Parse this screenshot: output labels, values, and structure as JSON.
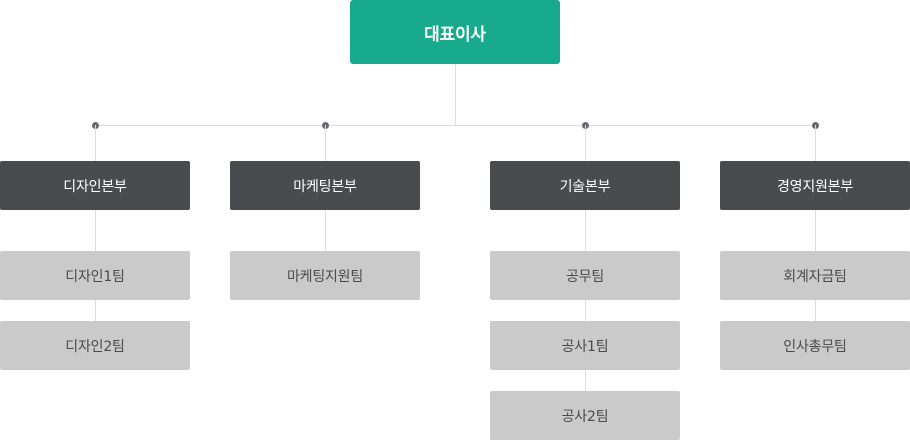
{
  "ceo": {
    "label": "대표이사"
  },
  "divisions": [
    {
      "label": "디자인본부",
      "teams": [
        "디자인1팀",
        "디자인2팀"
      ]
    },
    {
      "label": "마케팅본부",
      "teams": [
        "마케팅지원팀"
      ]
    },
    {
      "label": "기술본부",
      "teams": [
        "공무팀",
        "공사1팀",
        "공사2팀"
      ]
    },
    {
      "label": "경영지원본부",
      "teams": [
        "회계자금팀",
        "인사총무팀"
      ]
    }
  ],
  "colors": {
    "ceo": "#17aa8d",
    "division": "#4a4b4f",
    "team": "#cacaca",
    "connector": "#dcdcdc",
    "dot": "#666a70"
  }
}
